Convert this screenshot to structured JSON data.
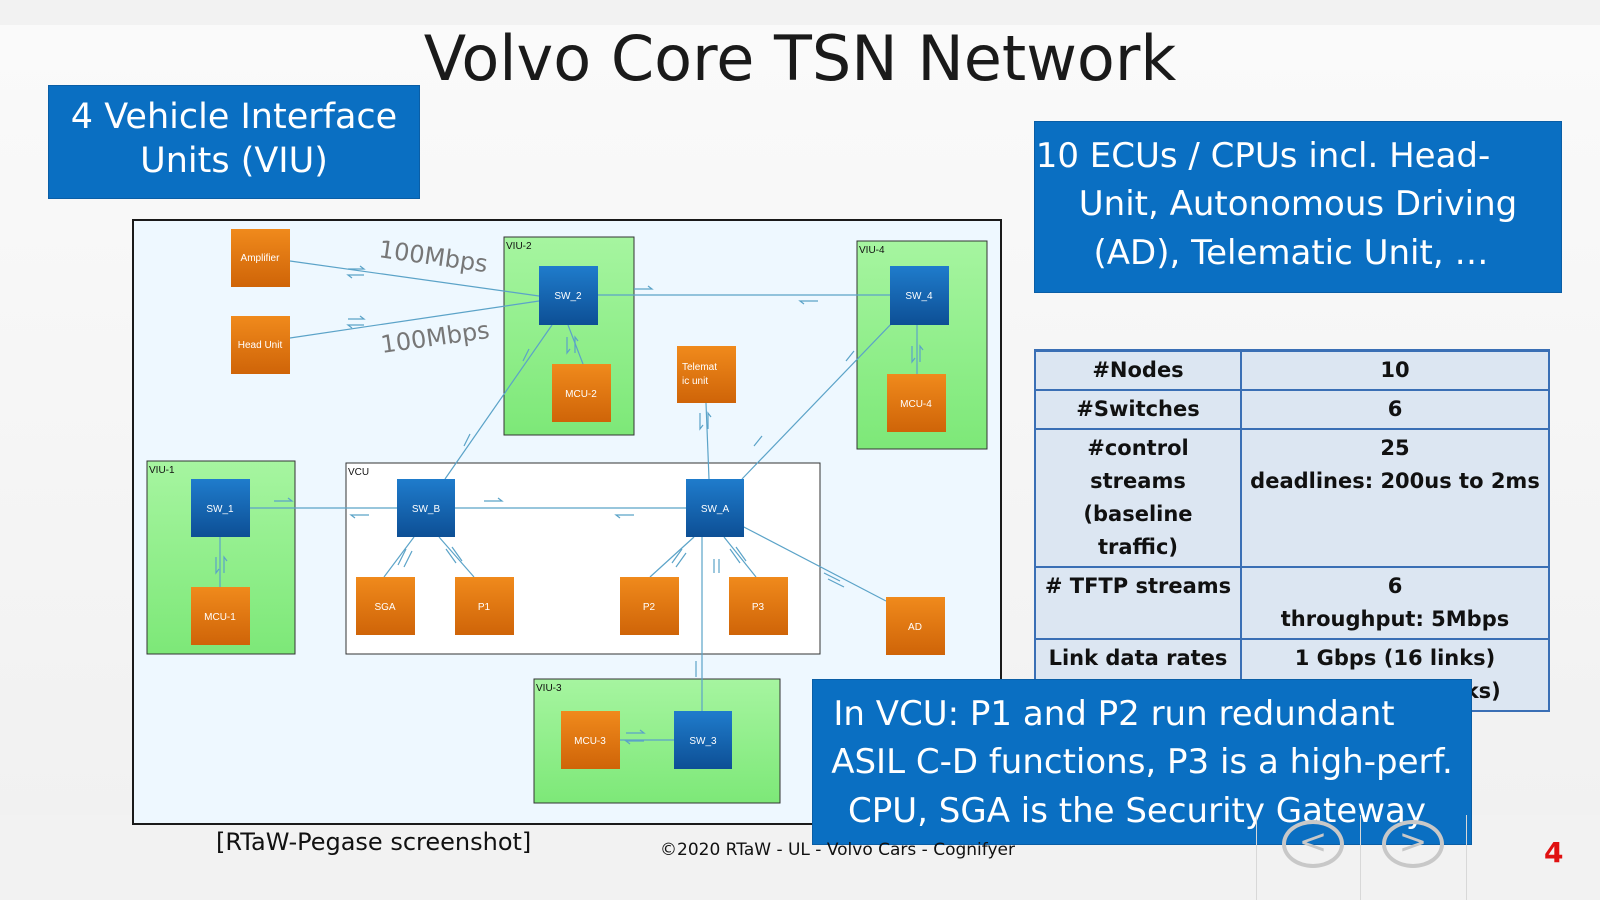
{
  "slide": {
    "title": "Volvo Core TSN Network",
    "viu_callout": {
      "line1": "4 Vehicle Interface",
      "line2": "Units (VIU)"
    },
    "ecu_callout": {
      "line1": "10 ECUs / CPUs incl. Head-",
      "line2": "Unit, Autonomous Driving",
      "line3": "(AD), Telematic Unit, …"
    },
    "vcu_callout": {
      "line1": "In VCU: P1 and P2 run redundant",
      "line2": "ASIL C-D functions, P3 is a high-perf.",
      "line3": "CPU, SGA is the Security Gateway"
    },
    "caption": "[RTaW-Pegase screenshot]",
    "footer": "©2020 RTaW - UL - Volvo Cars - Cognifyer",
    "page_number": "4",
    "nav": {
      "prev": "<",
      "next": ">"
    }
  },
  "stats_table": {
    "rows": [
      {
        "key": [
          "#Nodes"
        ],
        "value": [
          "10"
        ]
      },
      {
        "key": [
          "#Switches"
        ],
        "value": [
          "6"
        ]
      },
      {
        "key": [
          "#control streams",
          "(baseline traffic)"
        ],
        "value": [
          "25",
          "deadlines: 200us to 2ms"
        ]
      },
      {
        "key": [
          "# TFTP streams",
          ""
        ],
        "value": [
          "6",
          "throughput: 5Mbps"
        ]
      },
      {
        "key": [
          "Link data rates",
          ""
        ],
        "value": [
          "1 Gbps (16 links)",
          "100Mbps (2 links)"
        ]
      }
    ]
  },
  "diagram": {
    "colors": {
      "switch": "#1565b0",
      "ecu": "#e8780e",
      "viu_group": "#8ff08a",
      "vcu_group": "#ffffff",
      "link": "#5ba3c8"
    },
    "link_labels": {
      "amp": "100Mbps",
      "head": "100Mbps"
    },
    "groups": {
      "viu1": "VIU-1",
      "viu2": "VIU-2",
      "viu3": "VIU-3",
      "viu4": "VIU-4",
      "vcu": "VCU"
    },
    "switches": {
      "sw1": "SW_1",
      "sw2": "SW_2",
      "sw3": "SW_3",
      "sw4": "SW_4",
      "swa": "SW_A",
      "swb": "SW_B"
    },
    "ecus": {
      "amplifier": "Amplifier",
      "head_unit": "Head Unit",
      "telematic_1": "Telemat",
      "telematic_2": "ic unit",
      "mcu1": "MCU-1",
      "mcu2": "MCU-2",
      "mcu3": "MCU-3",
      "mcu4": "MCU-4",
      "sga": "SGA",
      "p1": "P1",
      "p2": "P2",
      "p3": "P3",
      "ad": "AD"
    }
  }
}
